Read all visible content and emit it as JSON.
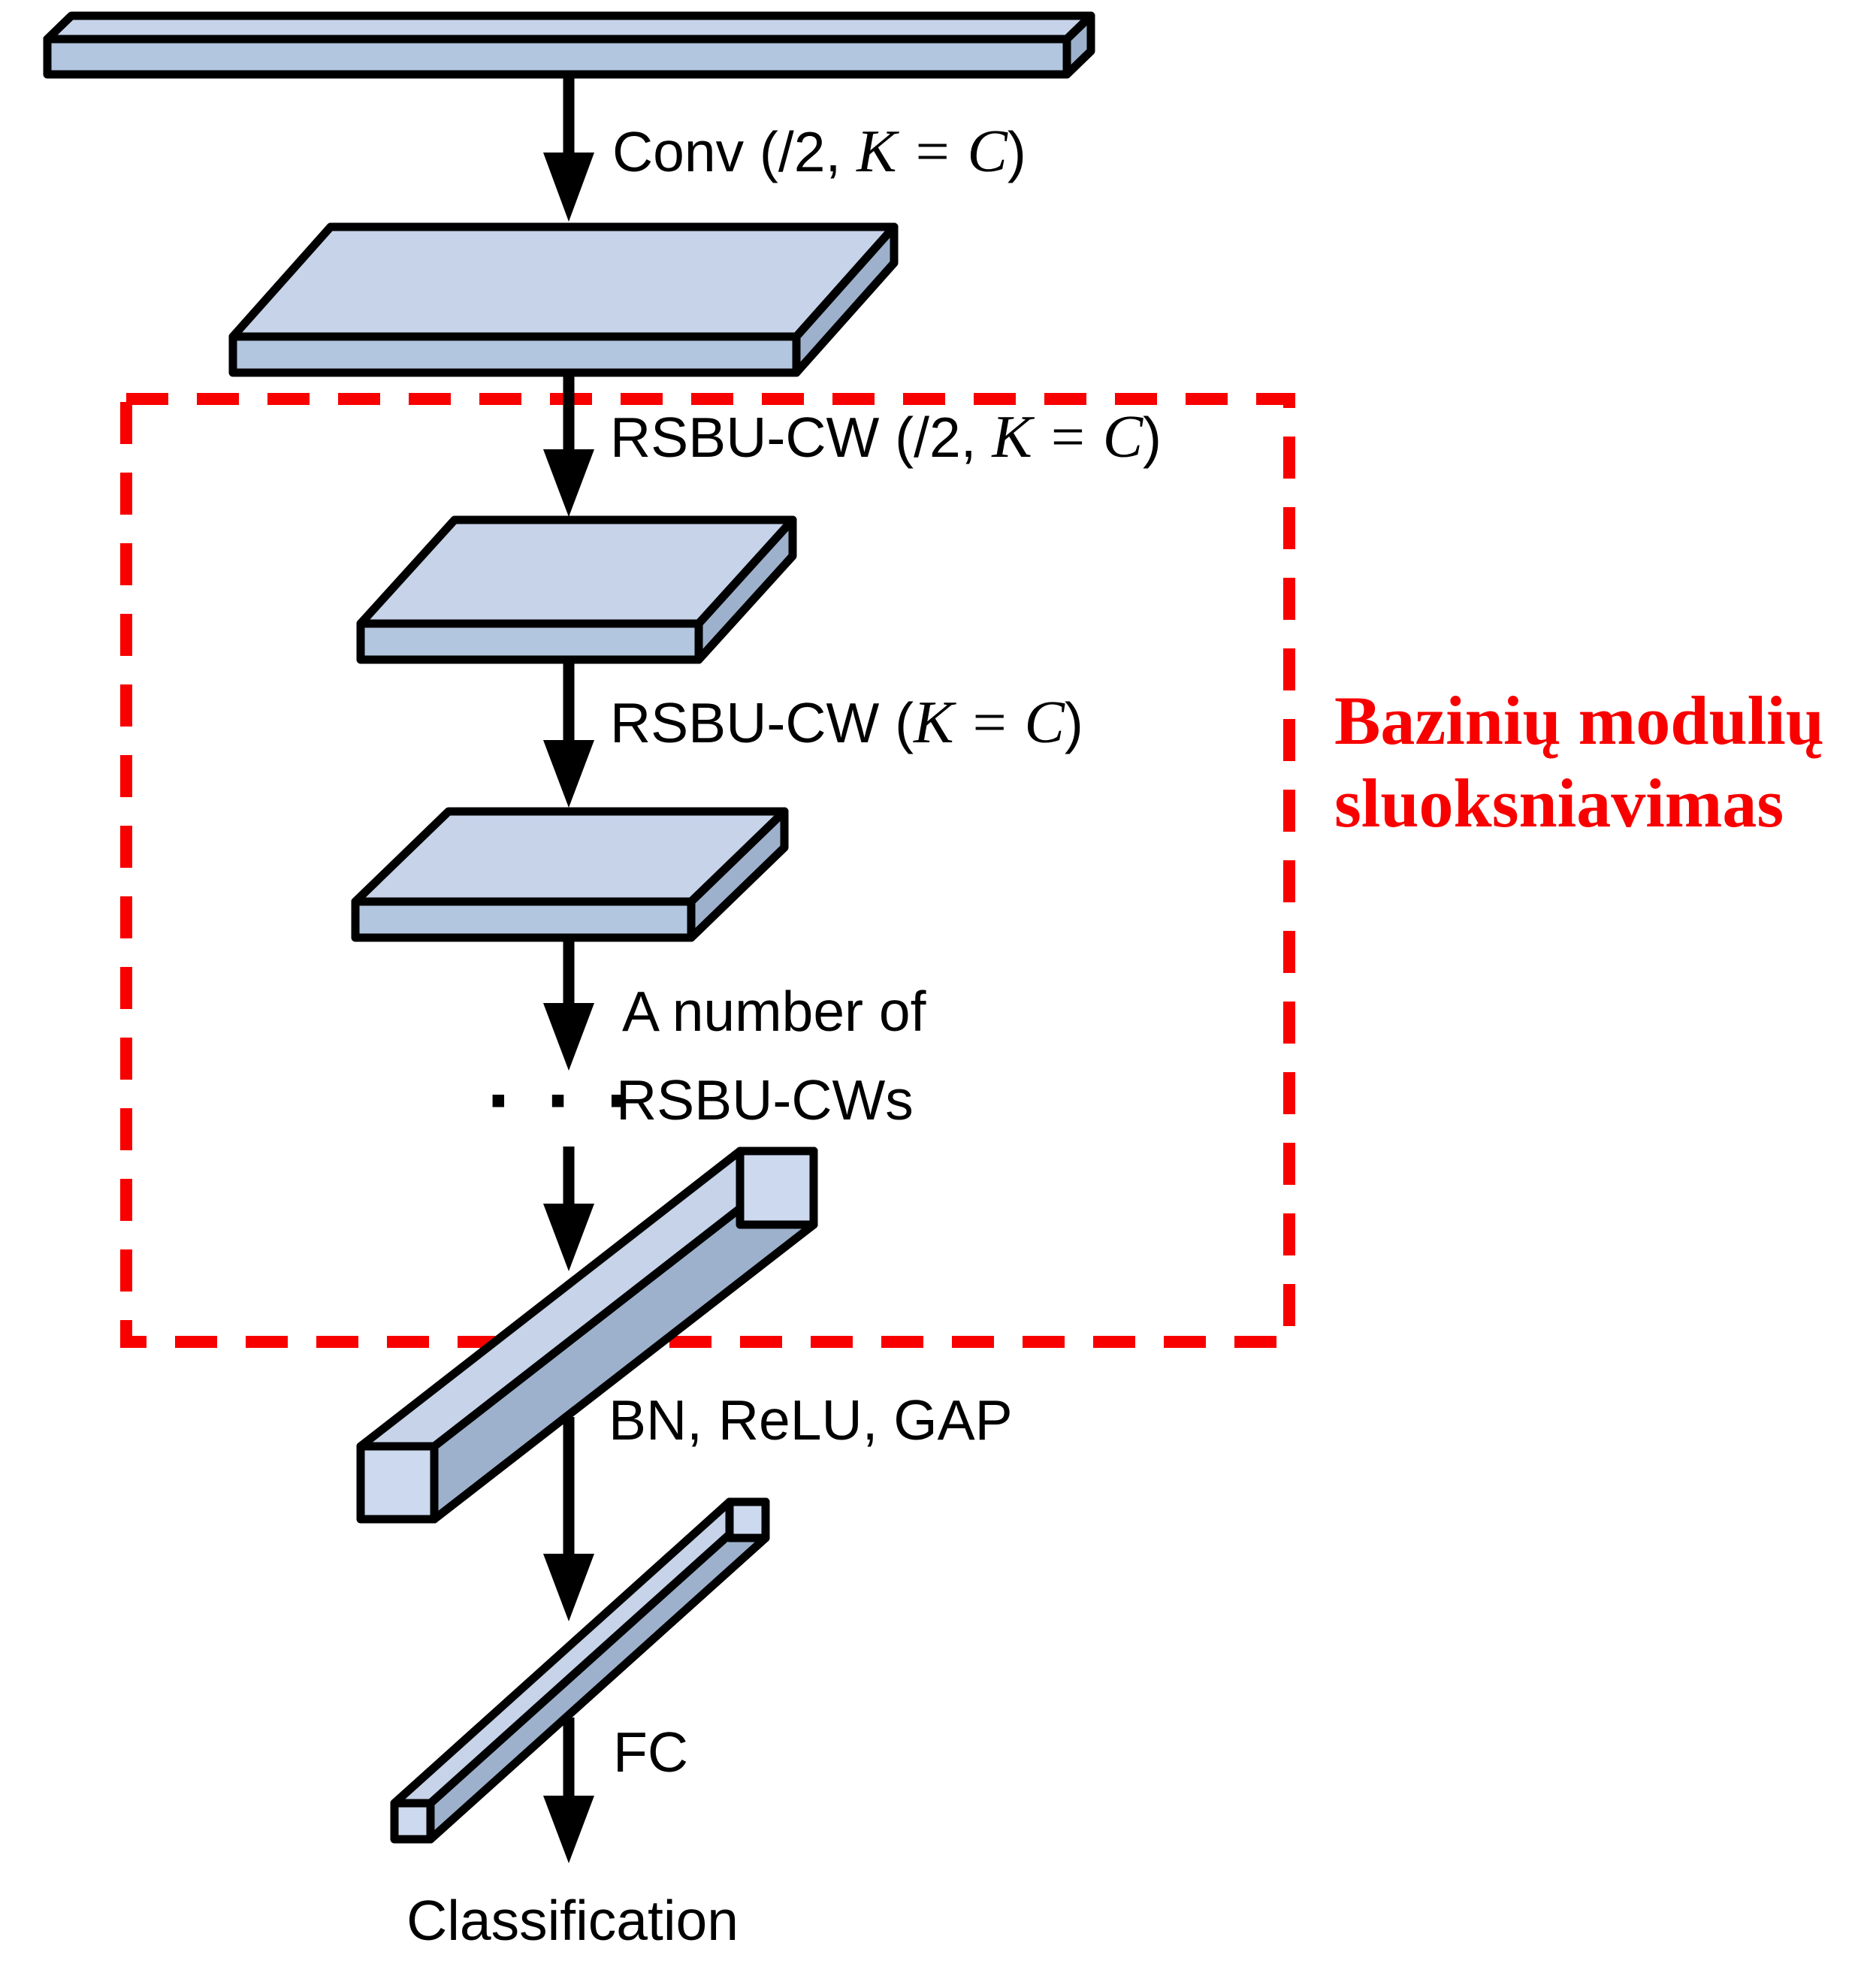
{
  "labels": {
    "conv": {
      "prefix": "Conv (/2, ",
      "math": "K = C",
      "suffix": ")"
    },
    "rsbu_downsample": {
      "prefix": "RSBU-CW (/2, ",
      "math": "K = C",
      "suffix": ")"
    },
    "rsbu": {
      "prefix": "RSBU-CW (",
      "math": "K = C",
      "suffix": ")"
    },
    "stack": {
      "line1": "A number of",
      "dots": "· · ·",
      "line2": "RSBU-CWs"
    },
    "bn_relu_gap": "BN, ReLU, GAP",
    "fc": "FC",
    "classification": "Classification"
  },
  "annotation": {
    "line1": "Bazinių modulių",
    "line2": "sluoksniavimas"
  },
  "colors": {
    "background": "#ffffff",
    "face_top": "#c6d3e9",
    "face_front": "#b3c6df",
    "face_side": "#9db1cc",
    "face_cap": "#ccd9ee",
    "outline": "#000000",
    "arrow": "#000000",
    "text": "#000000",
    "box_border": "#f80000",
    "annotation": "#f80000"
  }
}
